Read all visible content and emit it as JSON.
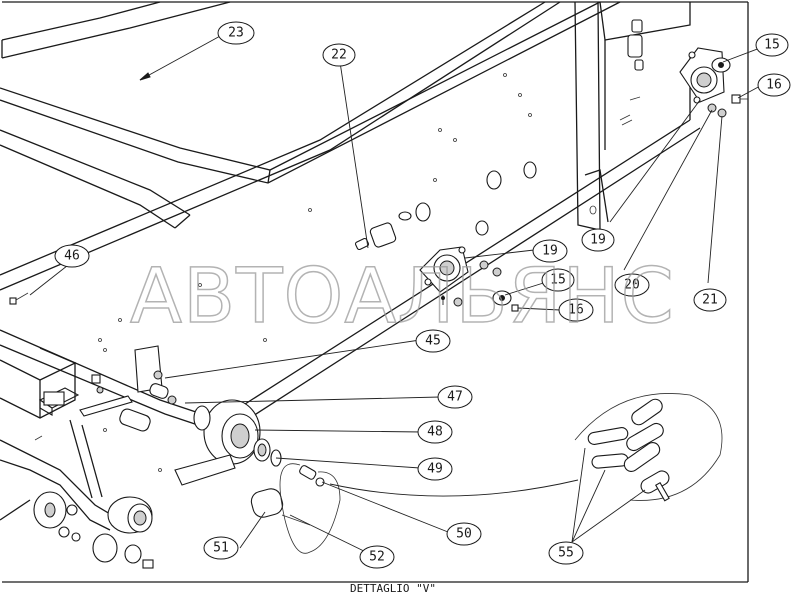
{
  "callouts": {
    "c23": "23",
    "c22": "22",
    "c15a": "15",
    "c16a": "16",
    "c19a": "19",
    "c19b": "19",
    "c15b": "15",
    "c16b": "16",
    "c20": "20",
    "c21": "21",
    "c46": "46",
    "c45": "45",
    "c47": "47",
    "c48": "48",
    "c49": "49",
    "c50": "50",
    "c51": "51",
    "c52": "52",
    "c55": "55"
  },
  "caption": "DETTAGLIO \"V\"",
  "watermark": "АВТОАЛЬЯНС"
}
